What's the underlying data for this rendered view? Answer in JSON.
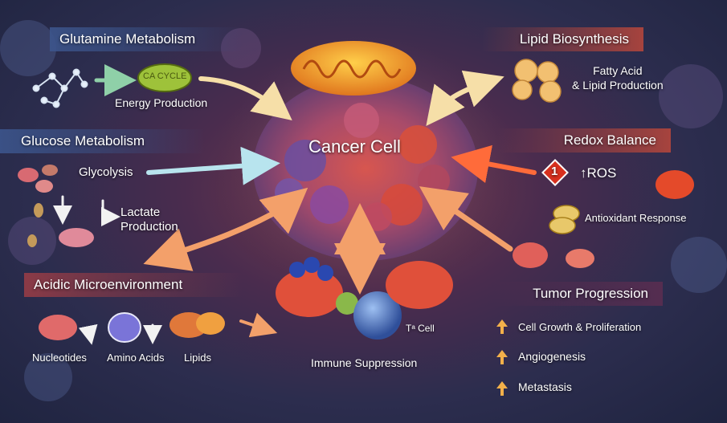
{
  "center": {
    "label": "Cancer Cell"
  },
  "glutamine": {
    "title": "Glutamine Metabolism",
    "cycle_label": "CA CYCLE",
    "energy": "Energy Production"
  },
  "glucose": {
    "title": "Glucose Metabolism",
    "glycolysis": "Glycolysis",
    "lactate": "Lactate\nProduction"
  },
  "acidic": {
    "title": "Acidic Microenvironment",
    "items": [
      "Nucleotides",
      "Amino Acids",
      "Lipids"
    ]
  },
  "lipid": {
    "title": "Lipid Biosynthesis",
    "fatty": "Fatty Acid\n& Lipid Production"
  },
  "redox": {
    "title": "Redox Balance",
    "ros_badge": "1",
    "ros": "↑ROS",
    "antioxidant": "Antioxidant Response"
  },
  "tumor": {
    "title": "Tumor Progression",
    "items": [
      "Cell Growth & Proliferation",
      "Angiogenesis",
      "Metastasis"
    ]
  },
  "immune": {
    "label": "Immune Suppression",
    "tcell": "Tᵃ Cell"
  },
  "colors": {
    "accent_blue": "#5b7fc6",
    "accent_red": "#c0463c",
    "arrow_orange": "#f3a06a",
    "arrow_teal": "#9ed8e6"
  }
}
